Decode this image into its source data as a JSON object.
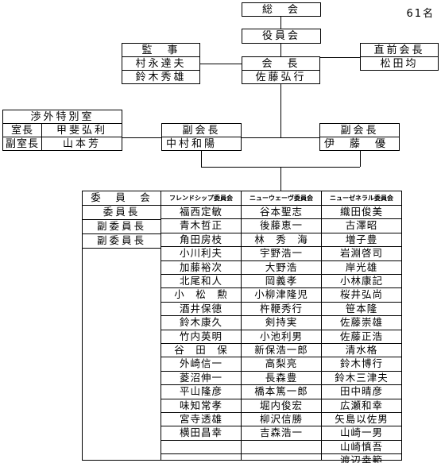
{
  "member_count": "61名",
  "general_assembly": "総　会",
  "board": "役員会",
  "auditor": {
    "title": "監　事",
    "members": [
      "村永達夫",
      "鈴木秀雄"
    ]
  },
  "president": {
    "title": "会　長",
    "name": "佐藤弘行"
  },
  "former_president": {
    "title": "直前会長",
    "name": "松田均"
  },
  "special_office": {
    "title": "渉外特別室",
    "head_role": "室長",
    "head_name": "甲斐弘利",
    "deputy_role": "副室長",
    "deputy_name": "山本芳"
  },
  "vice_president_1": {
    "title": "副会長",
    "name": "中村和陽"
  },
  "vice_president_2": {
    "title": "副会長",
    "name": "伊　藤　優"
  },
  "committee_roles": [
    "委　員　会",
    "委員長",
    "副委員長",
    "副委員長"
  ],
  "committees": [
    {
      "header": "フレンドシップ委員会",
      "members": [
        "福西定敏",
        "青木哲正",
        "角田房枝",
        "小川利夫",
        "加藤裕次",
        "北尾和人",
        "小　松　勲",
        "酒井保徳",
        "鈴木康久",
        "竹内英明",
        "谷　田　保",
        "外崎信一",
        "菱沼伸一",
        "平山隆彦",
        "味知常孝",
        "宮寺透雄",
        "横田昌幸",
        "",
        ""
      ]
    },
    {
      "header": "ニューウェーヴ委員会",
      "members": [
        "谷本聖志",
        "後藤恵一",
        "林　秀　海",
        "宇野浩一",
        "大野浩",
        "岡義孝",
        "小柳津隆児",
        "杵鞭秀行",
        "剣持実",
        "小池利男",
        "新保浩一郎",
        "高梨亮",
        "長森豊",
        "橋本篤一郎",
        "堀内俊宏",
        "柳沢信勝",
        "吉森浩一",
        "",
        ""
      ]
    },
    {
      "header": "ニューゼネラル委員会",
      "members": [
        "織田俊美",
        "古澤昭",
        "増子豊",
        "岩淵啓司",
        "岸光雄",
        "小林康記",
        "桜井弘尚",
        "笹本隆",
        "佐藤崇雄",
        "佐藤正浩",
        "清水格",
        "鈴木博行",
        "鈴木三津夫",
        "田中晴彦",
        "広瀬和幸",
        "矢島以佐男",
        "山崎一男",
        "山崎慎吾",
        "渡辺幸範"
      ]
    }
  ]
}
